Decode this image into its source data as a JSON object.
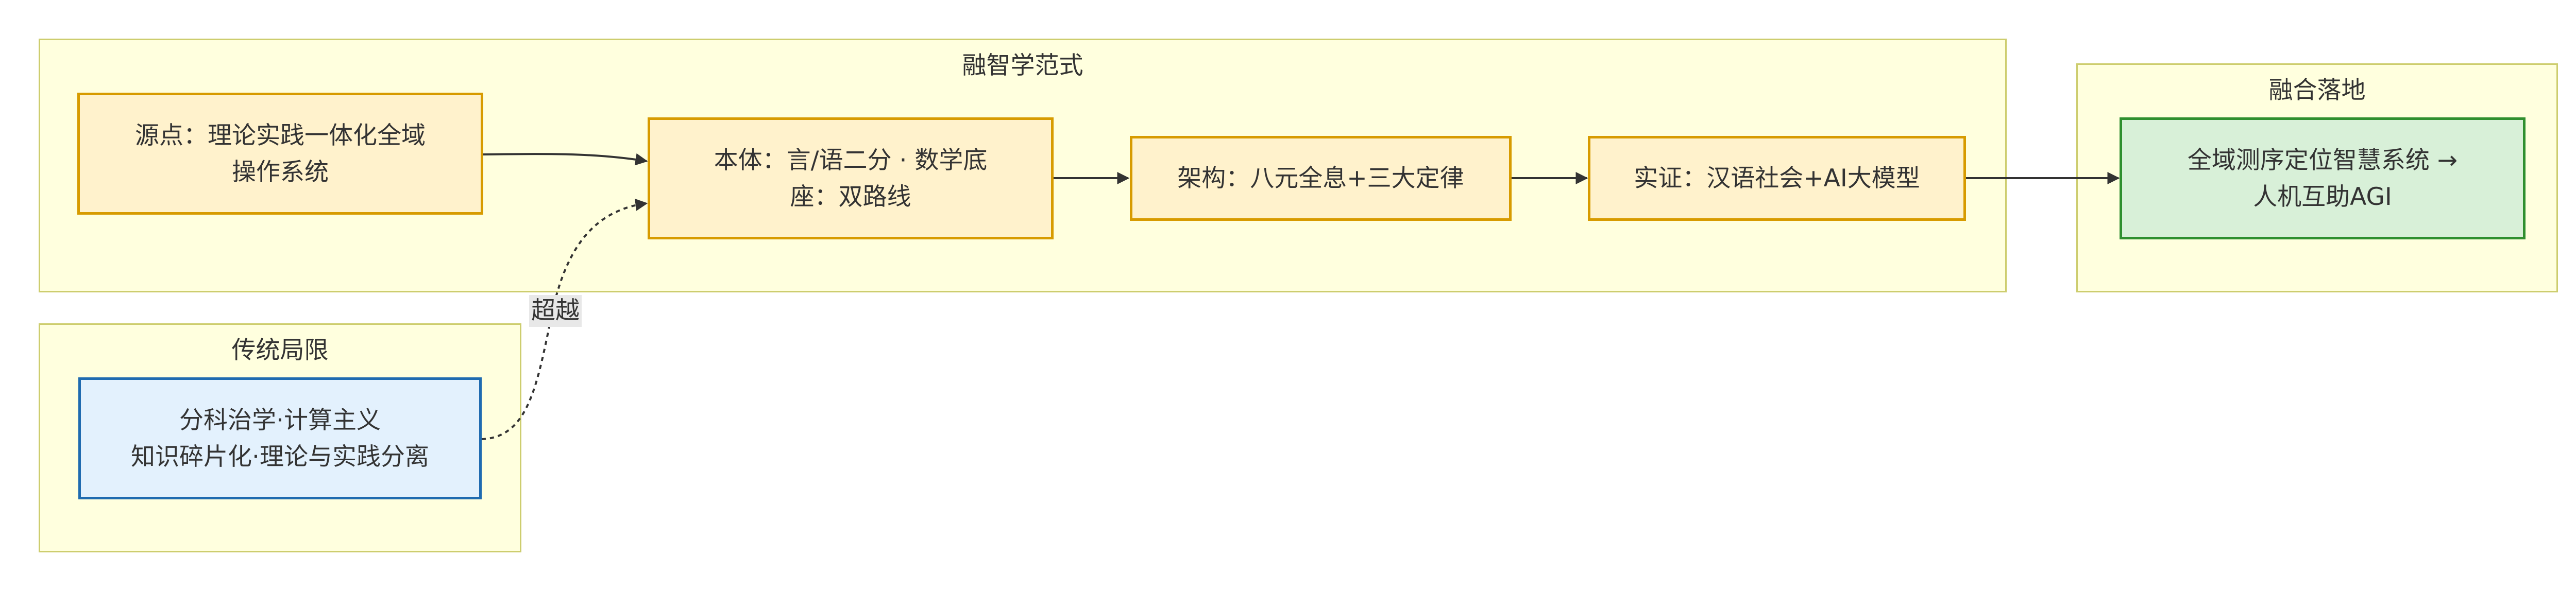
{
  "clusters": {
    "paradigm": {
      "title": "融智学范式"
    },
    "landing": {
      "title": "融合落地"
    },
    "traditional": {
      "title": "传统局限"
    }
  },
  "nodes": {
    "source": {
      "line1": "源点：理论实践一体化全域",
      "line2": "操作系统"
    },
    "ontology": {
      "line1": "本体：言/语二分 · 数学底",
      "line2": "座：双路线"
    },
    "architecture": {
      "line1": "架构：八元全息+三大定律"
    },
    "validation": {
      "line1": "实证：汉语社会+AI大模型"
    },
    "system": {
      "line1": "全域测序定位智慧系统 →",
      "line2": "人机互助AGI"
    },
    "limits": {
      "line1": "分科治学·计算主义",
      "line2": "知识碎片化·理论与实践分离"
    }
  },
  "edges": {
    "transcend_label": "超越"
  },
  "colors": {
    "cluster_fill": "#ffffde",
    "cluster_border": "#cdcd6e",
    "orange_fill": "#fff2cc",
    "orange_border": "#d79b00",
    "blue_fill": "#e3f1fd",
    "blue_border": "#1f6bb0",
    "green_fill": "#d8f0d8",
    "green_border": "#2f8f2f",
    "edge": "#333333"
  }
}
